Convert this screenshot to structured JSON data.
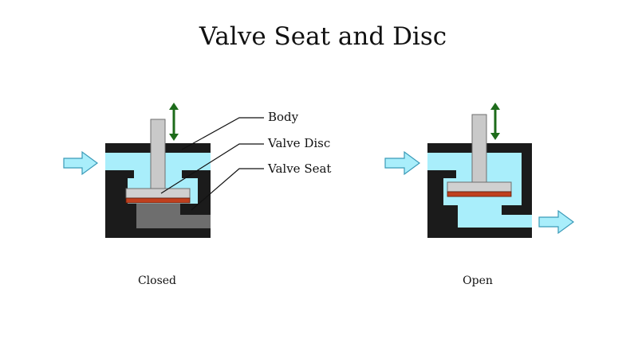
{
  "title": "Valve Seat and Disc",
  "labels": {
    "body": "Body",
    "disc": "Valve Disc",
    "seat": "Valve Seat"
  },
  "captions": {
    "closed": "Closed",
    "open": "Open"
  },
  "colors": {
    "body": "#1b1b1b",
    "fluid": "#a9eefb",
    "flow_arrow": "#a9eefb",
    "flow_arrow_stroke": "#3a9ab8",
    "stem": "#c9c9c9",
    "stem_stroke": "#6e6e6e",
    "disc": "#d0d0d0",
    "disc_face": "#c0401e",
    "seat": "#6e6e6e",
    "motion_arrow": "#1d6b1a",
    "leader": "#111111"
  }
}
